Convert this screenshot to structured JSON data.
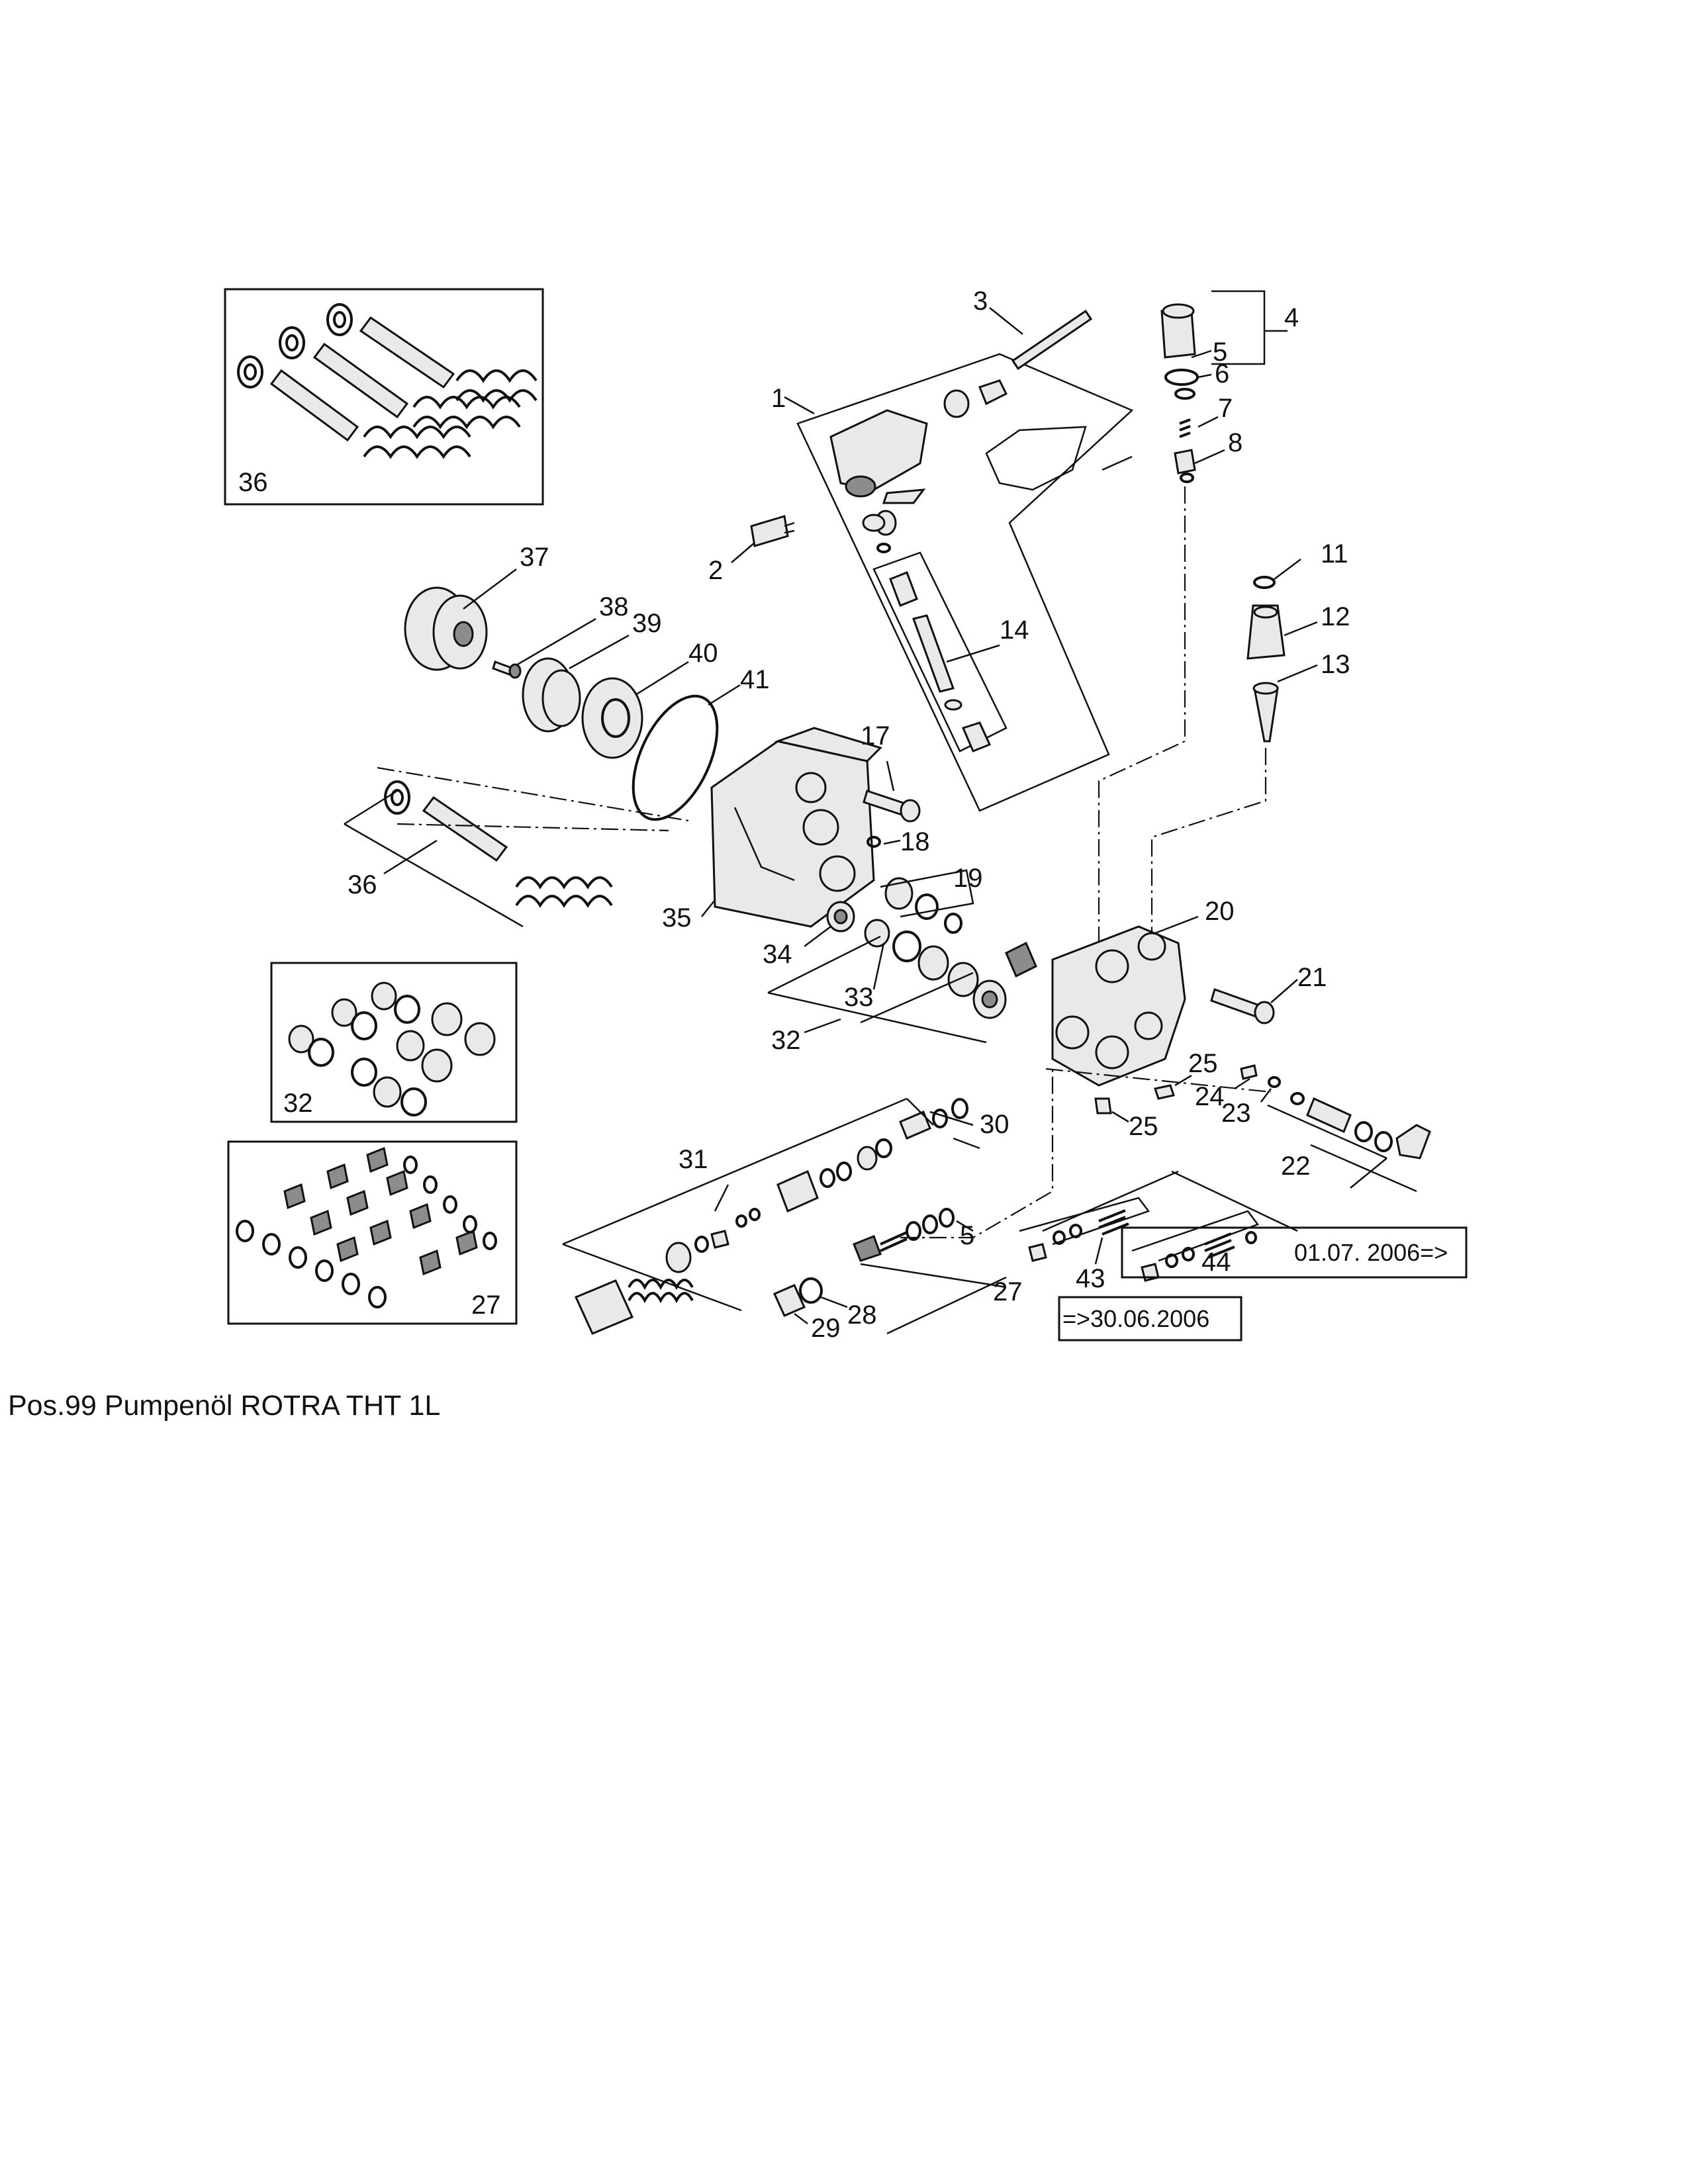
{
  "callouts": {
    "c1": "1",
    "c2": "2",
    "c3": "3",
    "c4": "4",
    "c5a": "5",
    "c6": "6",
    "c7": "7",
    "c8": "8",
    "c11": "11",
    "c12": "12",
    "c13": "13",
    "c14": "14",
    "c17": "17",
    "c18": "18",
    "c19": "19",
    "c20": "20",
    "c21": "21",
    "c22": "22",
    "c23": "23",
    "c24": "24",
    "c25a": "25",
    "c25b": "25",
    "c27a": "27",
    "c27b": "27",
    "c28": "28",
    "c29": "29",
    "c30": "30",
    "c31": "31",
    "c32a": "32",
    "c32b": "32",
    "c33": "33",
    "c34": "34",
    "c35": "35",
    "c36a": "36",
    "c36b": "36",
    "c37": "37",
    "c38": "38",
    "c39": "39",
    "c40": "40",
    "c41": "41",
    "c43": "43",
    "c44": "44",
    "c5b": "5"
  },
  "date_notes": {
    "from": "01.07. 2006=>",
    "until": "=>30.06.2006"
  },
  "footer": {
    "note": "Pos.99 Pumpenöl ROTRA THT 1L"
  }
}
